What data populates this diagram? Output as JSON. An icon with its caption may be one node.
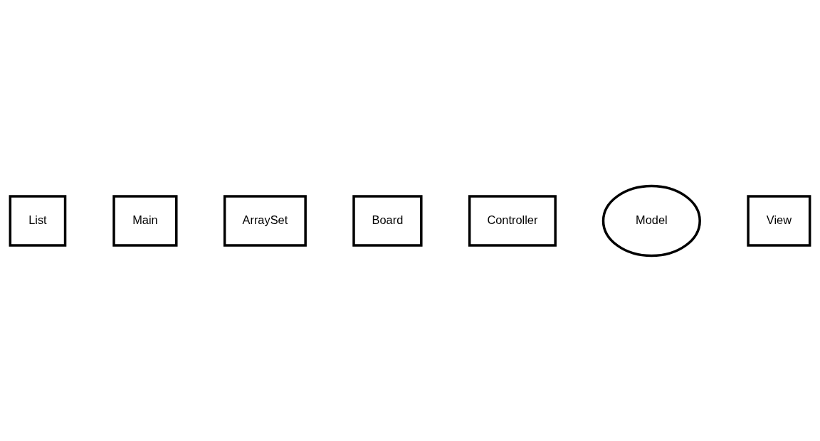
{
  "diagram": {
    "nodes": [
      {
        "text": [
          "List"
        ]
      },
      {
        "text": [
          "Main"
        ]
      },
      {
        "text": [
          "ArraySet"
        ]
      },
      {
        "text": [
          "Board"
        ]
      },
      {
        "text": [
          "Controller"
        ]
      },
      {
        "text": [
          "Model"
        ]
      },
      {
        "text": [
          "View"
        ]
      }
    ]
  }
}
